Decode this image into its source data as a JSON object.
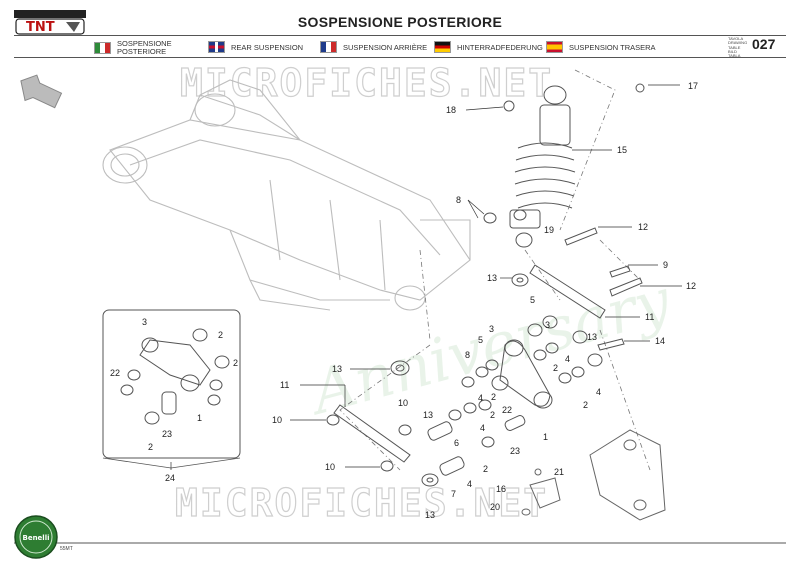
{
  "header": {
    "title": "SOSPENSIONE POSTERIORE",
    "languages": [
      {
        "code": "it",
        "label": "SOSPENSIONE POSTERIORE",
        "flag_colors": [
          "#2e8b3a",
          "#ffffff",
          "#cc2a2a"
        ]
      },
      {
        "code": "en",
        "label": "REAR SUSPENSION",
        "flag_colors": [
          "#1f3b8a",
          "#ffffff",
          "#c8102e"
        ]
      },
      {
        "code": "fr",
        "label": "SUSPENSION ARRIÈRE",
        "flag_colors": [
          "#1f3b8a",
          "#ffffff",
          "#cc2a2a"
        ]
      },
      {
        "code": "de",
        "label": "HINTERRADFEDERUNG",
        "flag_colors": [
          "#111111",
          "#cc0000",
          "#ffcc00"
        ]
      },
      {
        "code": "es",
        "label": "SUSPENSION TRASERA",
        "flag_colors": [
          "#c8102e",
          "#ffc400",
          "#c8102e"
        ]
      }
    ],
    "table_words": [
      "TAVOLA",
      "DRAWING",
      "TABLE",
      "BILD",
      "TABLA"
    ],
    "table_number": "027"
  },
  "watermark": {
    "site": "MICROFICHES.NET",
    "anniversary": "Anniversary"
  },
  "footer": {
    "code": "55MT",
    "brand": "Benelli"
  },
  "callouts": [
    "17",
    "18",
    "15",
    "8",
    "19",
    "12",
    "9",
    "12",
    "13",
    "11",
    "5",
    "13",
    "14",
    "3",
    "5",
    "8",
    "3",
    "2",
    "2",
    "4",
    "4",
    "2",
    "4",
    "22",
    "4",
    "2",
    "1",
    "23",
    "3",
    "2",
    "22",
    "2",
    "1",
    "23",
    "2",
    "24",
    "13",
    "11",
    "10",
    "10",
    "13",
    "6",
    "10",
    "2",
    "7",
    "4",
    "16",
    "21",
    "20",
    "13"
  ],
  "colors": {
    "line": "#444444",
    "part": "#888888",
    "watermark": "#cfcfcf",
    "anniversary": "#e9f3e9",
    "brand_green": "#2e7d32"
  }
}
